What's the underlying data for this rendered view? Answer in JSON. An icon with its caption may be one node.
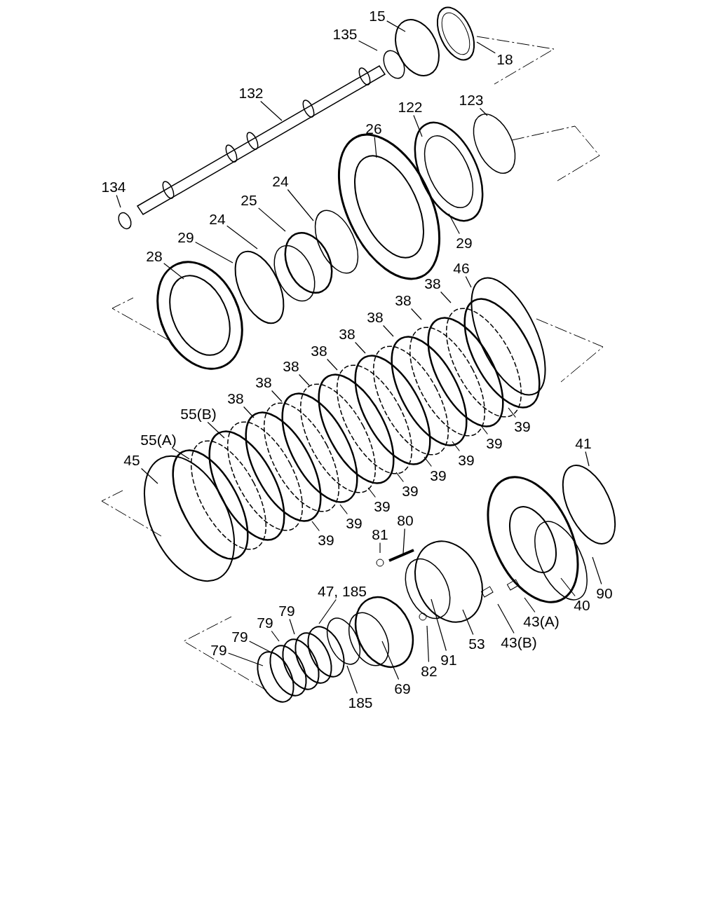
{
  "diagram": {
    "nodes": [
      {
        "text": [
          "15"
        ]
      },
      {
        "text": [
          "135"
        ]
      },
      {
        "text": [
          "18"
        ]
      },
      {
        "text": [
          "132"
        ]
      },
      {
        "text": [
          "123"
        ]
      },
      {
        "text": [
          "122"
        ]
      },
      {
        "text": [
          "26"
        ]
      },
      {
        "text": [
          "134"
        ]
      },
      {
        "text": [
          "24"
        ]
      },
      {
        "text": [
          "25"
        ]
      },
      {
        "text": [
          "24"
        ]
      },
      {
        "text": [
          "29"
        ]
      },
      {
        "text": [
          "29"
        ]
      },
      {
        "text": [
          "28"
        ]
      },
      {
        "text": [
          "46"
        ]
      },
      {
        "text": [
          "38"
        ]
      },
      {
        "text": [
          "38"
        ]
      },
      {
        "text": [
          "38"
        ]
      },
      {
        "text": [
          "38"
        ]
      },
      {
        "text": [
          "38"
        ]
      },
      {
        "text": [
          "38"
        ]
      },
      {
        "text": [
          "38"
        ]
      },
      {
        "text": [
          "38"
        ]
      },
      {
        "text": [
          "55(B)"
        ]
      },
      {
        "text": [
          "55(A)"
        ]
      },
      {
        "text": [
          "45"
        ]
      },
      {
        "text": [
          "39"
        ]
      },
      {
        "text": [
          "39"
        ]
      },
      {
        "text": [
          "39"
        ]
      },
      {
        "text": [
          "39"
        ]
      },
      {
        "text": [
          "39"
        ]
      },
      {
        "text": [
          "39"
        ]
      },
      {
        "text": [
          "39"
        ]
      },
      {
        "text": [
          "39"
        ]
      },
      {
        "text": [
          "41"
        ]
      },
      {
        "text": [
          "80"
        ]
      },
      {
        "text": [
          "81"
        ]
      },
      {
        "text": [
          "47, 185"
        ]
      },
      {
        "text": [
          "90"
        ]
      },
      {
        "text": [
          "40"
        ]
      },
      {
        "text": [
          "43(A)"
        ]
      },
      {
        "text": [
          "79"
        ]
      },
      {
        "text": [
          "79"
        ]
      },
      {
        "text": [
          "43(B)"
        ]
      },
      {
        "text": [
          "53"
        ]
      },
      {
        "text": [
          "79"
        ]
      },
      {
        "text": [
          "91"
        ]
      },
      {
        "text": [
          "79"
        ]
      },
      {
        "text": [
          "82"
        ]
      },
      {
        "text": [
          "69"
        ]
      },
      {
        "text": [
          "185"
        ]
      }
    ],
    "edges": [
      {
        "from": 0,
        "to": null,
        "arrow": "none"
      },
      {
        "from": 1,
        "to": null,
        "arrow": "none"
      },
      {
        "from": 2,
        "to": null,
        "arrow": "none"
      },
      {
        "from": 3,
        "to": null,
        "arrow": "none"
      },
      {
        "from": 4,
        "to": null,
        "arrow": "none"
      },
      {
        "from": 5,
        "to": null,
        "arrow": "none"
      },
      {
        "from": 6,
        "to": null,
        "arrow": "none"
      },
      {
        "from": 7,
        "to": null,
        "arrow": "none"
      },
      {
        "from": 8,
        "to": null,
        "arrow": "none"
      },
      {
        "from": 9,
        "to": null,
        "arrow": "none"
      },
      {
        "from": 10,
        "to": null,
        "arrow": "none"
      },
      {
        "from": 11,
        "to": null,
        "arrow": "none"
      },
      {
        "from": 12,
        "to": null,
        "arrow": "none"
      },
      {
        "from": 13,
        "to": null,
        "arrow": "none"
      },
      {
        "from": 14,
        "to": null,
        "arrow": "none"
      },
      {
        "from": 15,
        "to": null,
        "arrow": "none"
      },
      {
        "from": 16,
        "to": null,
        "arrow": "none"
      },
      {
        "from": 17,
        "to": null,
        "arrow": "none"
      },
      {
        "from": 18,
        "to": null,
        "arrow": "none"
      },
      {
        "from": 19,
        "to": null,
        "arrow": "none"
      },
      {
        "from": 20,
        "to": null,
        "arrow": "none"
      },
      {
        "from": 21,
        "to": null,
        "arrow": "none"
      },
      {
        "from": 22,
        "to": null,
        "arrow": "none"
      },
      {
        "from": 23,
        "to": null,
        "arrow": "none"
      },
      {
        "from": 24,
        "to": null,
        "arrow": "none"
      },
      {
        "from": 25,
        "to": null,
        "arrow": "none"
      },
      {
        "from": 26,
        "to": null,
        "arrow": "none"
      },
      {
        "from": 27,
        "to": null,
        "arrow": "none"
      },
      {
        "from": 28,
        "to": null,
        "arrow": "none"
      },
      {
        "from": 29,
        "to": null,
        "arrow": "none"
      },
      {
        "from": 30,
        "to": null,
        "arrow": "none"
      },
      {
        "from": 31,
        "to": null,
        "arrow": "none"
      },
      {
        "from": 32,
        "to": null,
        "arrow": "none"
      },
      {
        "from": 33,
        "to": null,
        "arrow": "none"
      },
      {
        "from": 34,
        "to": null,
        "arrow": "none"
      },
      {
        "from": 35,
        "to": null,
        "arrow": "none"
      },
      {
        "from": 36,
        "to": null,
        "arrow": "none"
      },
      {
        "from": 37,
        "to": null,
        "arrow": "none"
      },
      {
        "from": 38,
        "to": null,
        "arrow": "none"
      },
      {
        "from": 39,
        "to": null,
        "arrow": "none"
      },
      {
        "from": 40,
        "to": null,
        "arrow": "none"
      },
      {
        "from": 41,
        "to": null,
        "arrow": "none"
      },
      {
        "from": 42,
        "to": null,
        "arrow": "none"
      },
      {
        "from": 43,
        "to": null,
        "arrow": "none"
      },
      {
        "from": 44,
        "to": null,
        "arrow": "none"
      },
      {
        "from": 45,
        "to": null,
        "arrow": "none"
      },
      {
        "from": 46,
        "to": null,
        "arrow": "none"
      },
      {
        "from": 47,
        "to": null,
        "arrow": "none"
      },
      {
        "from": 48,
        "to": null,
        "arrow": "none"
      },
      {
        "from": 49,
        "to": null,
        "arrow": "none"
      },
      {
        "from": 50,
        "to": null,
        "arrow": "none"
      }
    ]
  }
}
